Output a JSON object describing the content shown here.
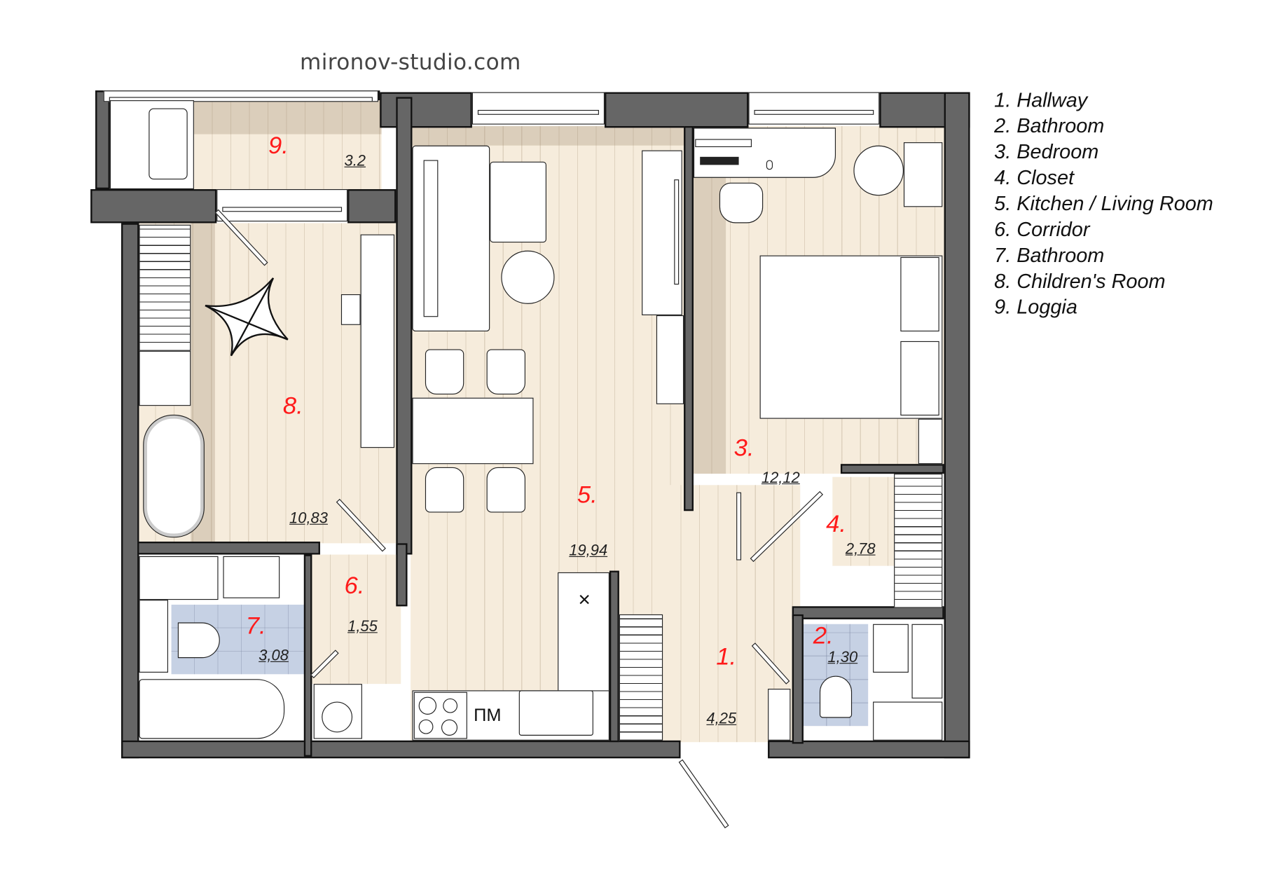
{
  "header": {
    "watermark": "mironov-studio.com"
  },
  "legend": {
    "items": [
      {
        "label": "1. Hallway"
      },
      {
        "label": "2. Bathroom"
      },
      {
        "label": "3. Bedroom"
      },
      {
        "label": "4. Closet"
      },
      {
        "label": "5. Kitchen / Living Room"
      },
      {
        "label": "6. Corridor"
      },
      {
        "label": "7. Bathroom"
      },
      {
        "label": "8. Children's Room"
      },
      {
        "label": "9. Loggia"
      }
    ]
  },
  "rooms": [
    {
      "number": "1.",
      "name": "Hallway",
      "area": "4,25"
    },
    {
      "number": "2.",
      "name": "Bathroom",
      "area": "1,30"
    },
    {
      "number": "3.",
      "name": "Bedroom",
      "area": "12,12"
    },
    {
      "number": "4.",
      "name": "Closet",
      "area": "2,78"
    },
    {
      "number": "5.",
      "name": "Kitchen / Living Room",
      "area": "19,94"
    },
    {
      "number": "6.",
      "name": "Corridor",
      "area": "1,55"
    },
    {
      "number": "7.",
      "name": "Bathroom",
      "area": "3,08"
    },
    {
      "number": "8.",
      "name": "Children's Room",
      "area": "10,83"
    },
    {
      "number": "9.",
      "name": "Loggia",
      "area": "3.2"
    }
  ],
  "fixtures": {
    "stove_hood_label": "×",
    "dishwasher_label": "ПМ"
  },
  "colors": {
    "wall": "#666666",
    "floor": "#f6ecdc",
    "tile": "#c6d1e4",
    "room_number": "#ff1a1a"
  }
}
